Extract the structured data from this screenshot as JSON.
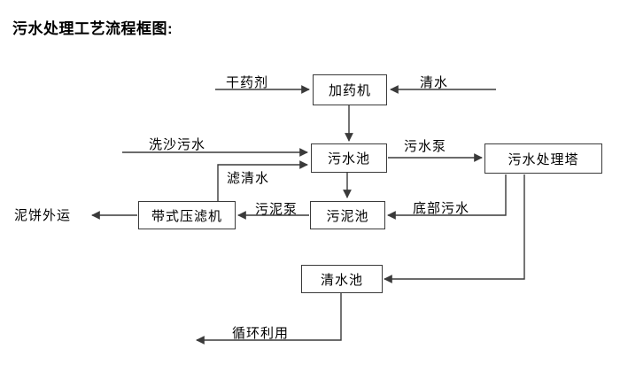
{
  "title": "污水处理工艺流程框图:",
  "diagram": {
    "nodes": [
      {
        "id": "dosing-machine",
        "label": "加药机"
      },
      {
        "id": "wastewater-pool",
        "label": "污水池"
      },
      {
        "id": "treatment-tower",
        "label": "污水处理塔"
      },
      {
        "id": "belt-filter-press",
        "label": "带式压滤机"
      },
      {
        "id": "sludge-pool",
        "label": "污泥池"
      },
      {
        "id": "clean-water-pool",
        "label": "清水池"
      }
    ],
    "edge_labels": [
      {
        "id": "dry-chemical",
        "text": "干药剂"
      },
      {
        "id": "clean-water-input",
        "text": "清水"
      },
      {
        "id": "sand-washing-water",
        "text": "洗沙污水"
      },
      {
        "id": "filtered-water",
        "text": "滤清水"
      },
      {
        "id": "wastewater-pump",
        "text": "污水泵"
      },
      {
        "id": "sludge-pump",
        "text": "污泥泵"
      },
      {
        "id": "bottom-wastewater",
        "text": "底部污水"
      },
      {
        "id": "mud-cake-out",
        "text": "泥饼外运"
      },
      {
        "id": "recycle-reuse",
        "text": "循环利用"
      }
    ],
    "colors": {
      "line": "#3a3a3a",
      "box_border": "#3a3a3a",
      "text": "#000000",
      "background": "#ffffff"
    }
  }
}
